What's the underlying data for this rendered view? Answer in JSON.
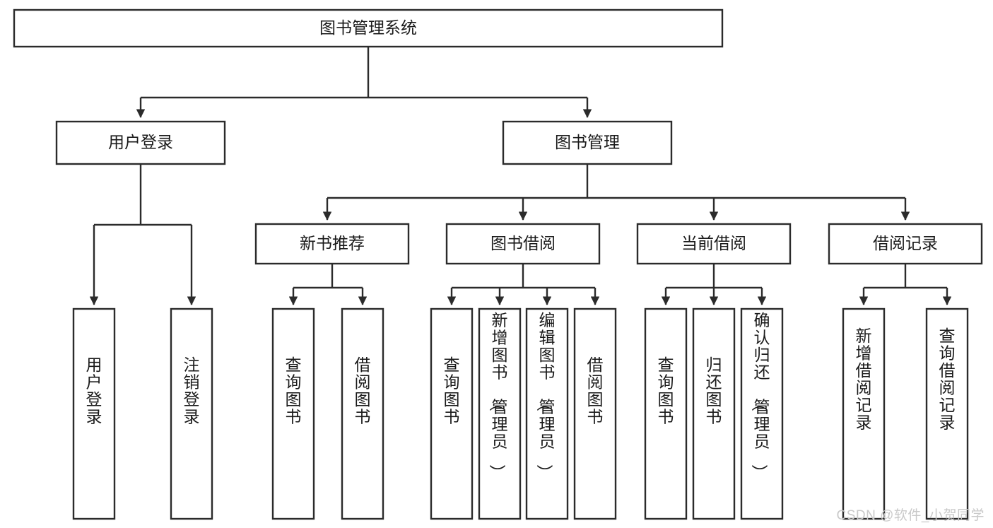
{
  "diagram": {
    "type": "tree",
    "title": "图书管理系统",
    "root": {
      "id": "root",
      "label": "图书管理系统",
      "orientation": "horizontal"
    },
    "level2": [
      {
        "id": "user-login",
        "label": "用户登录",
        "orientation": "horizontal"
      },
      {
        "id": "book-manage",
        "label": "图书管理",
        "orientation": "horizontal"
      }
    ],
    "level3": [
      {
        "id": "new-book-recommend",
        "label": "新书推荐",
        "orientation": "horizontal",
        "parent": "book-manage"
      },
      {
        "id": "book-borrow",
        "label": "图书借阅",
        "orientation": "horizontal",
        "parent": "book-manage"
      },
      {
        "id": "current-borrow",
        "label": "当前借阅",
        "orientation": "horizontal",
        "parent": "book-manage"
      },
      {
        "id": "borrow-record",
        "label": "借阅记录",
        "orientation": "horizontal",
        "parent": "book-manage"
      }
    ],
    "leaves": [
      {
        "id": "leaf-user-login",
        "label": "用户登录",
        "orientation": "vertical",
        "parent": "user-login"
      },
      {
        "id": "leaf-user-logout",
        "label": "注销登录",
        "orientation": "vertical",
        "parent": "user-login"
      },
      {
        "id": "leaf-query-book-1",
        "label": "查询图书",
        "orientation": "vertical",
        "parent": "new-book-recommend"
      },
      {
        "id": "leaf-borrow-book-1",
        "label": "借阅图书",
        "orientation": "vertical",
        "parent": "new-book-recommend"
      },
      {
        "id": "leaf-query-book-2",
        "label": "查询图书",
        "orientation": "vertical",
        "parent": "book-borrow"
      },
      {
        "id": "leaf-add-book",
        "label": "新增图书（管理员）",
        "orientation": "vertical",
        "parent": "book-borrow"
      },
      {
        "id": "leaf-edit-book",
        "label": "编辑图书（管理员）",
        "orientation": "vertical",
        "parent": "book-borrow"
      },
      {
        "id": "leaf-borrow-book-2",
        "label": "借阅图书",
        "orientation": "vertical",
        "parent": "book-borrow"
      },
      {
        "id": "leaf-query-book-3",
        "label": "查询图书",
        "orientation": "vertical",
        "parent": "current-borrow"
      },
      {
        "id": "leaf-return-book",
        "label": "归还图书",
        "orientation": "vertical",
        "parent": "current-borrow"
      },
      {
        "id": "leaf-confirm-return",
        "label": "确认归还（管理员）",
        "orientation": "vertical",
        "parent": "current-borrow"
      },
      {
        "id": "leaf-add-record",
        "label": "新增借阅记录",
        "orientation": "vertical",
        "parent": "borrow-record"
      },
      {
        "id": "leaf-query-record",
        "label": "查询借阅记录",
        "orientation": "vertical",
        "parent": "borrow-record"
      }
    ],
    "colors": {
      "box_stroke": "#2b2b2b",
      "box_fill": "#ffffff",
      "text": "#1a1a1a",
      "background": "#ffffff",
      "watermark": "#c9c9c9"
    }
  },
  "watermark": {
    "text": "CSDN @软件_小贺同学"
  }
}
